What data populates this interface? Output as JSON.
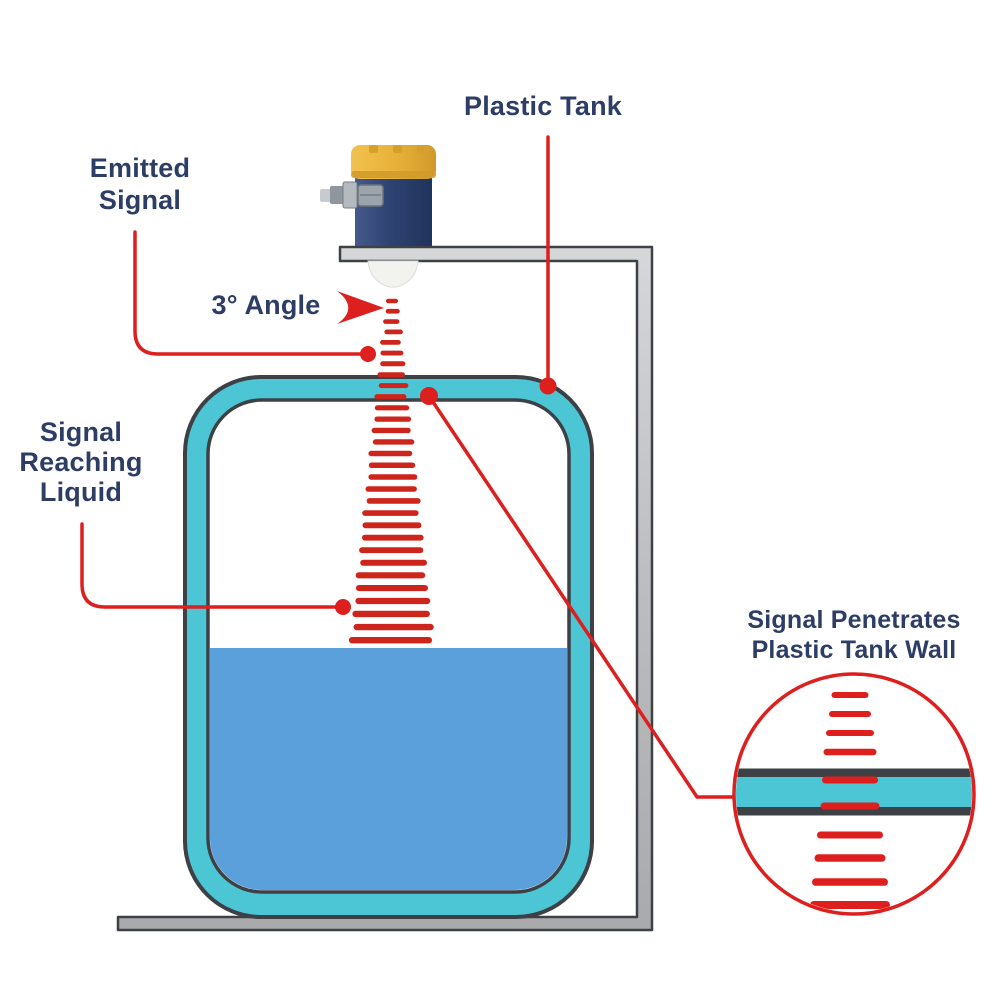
{
  "diagram": {
    "labels": {
      "plastic_tank": "Plastic Tank",
      "emitted_signal": [
        "Emitted",
        "Signal"
      ],
      "angle": "3° Angle",
      "signal_reaching": [
        "Signal",
        "Reaching",
        "Liquid"
      ],
      "penetrates": [
        "Signal Penetrates",
        "Plastic Tank Wall"
      ]
    }
  },
  "colors": {
    "navy": "#2e3d66",
    "red": "#dd1f1d",
    "beam_red": "#cd241c",
    "tank_cyan": "#4cc6d5",
    "liquid_blue": "#5ba0da",
    "bracket_gray": "#bcbdbf",
    "outline_dark": "#3d4146",
    "cap_yellow": "#e9b23a",
    "sensor_blue": "#2e4372"
  }
}
